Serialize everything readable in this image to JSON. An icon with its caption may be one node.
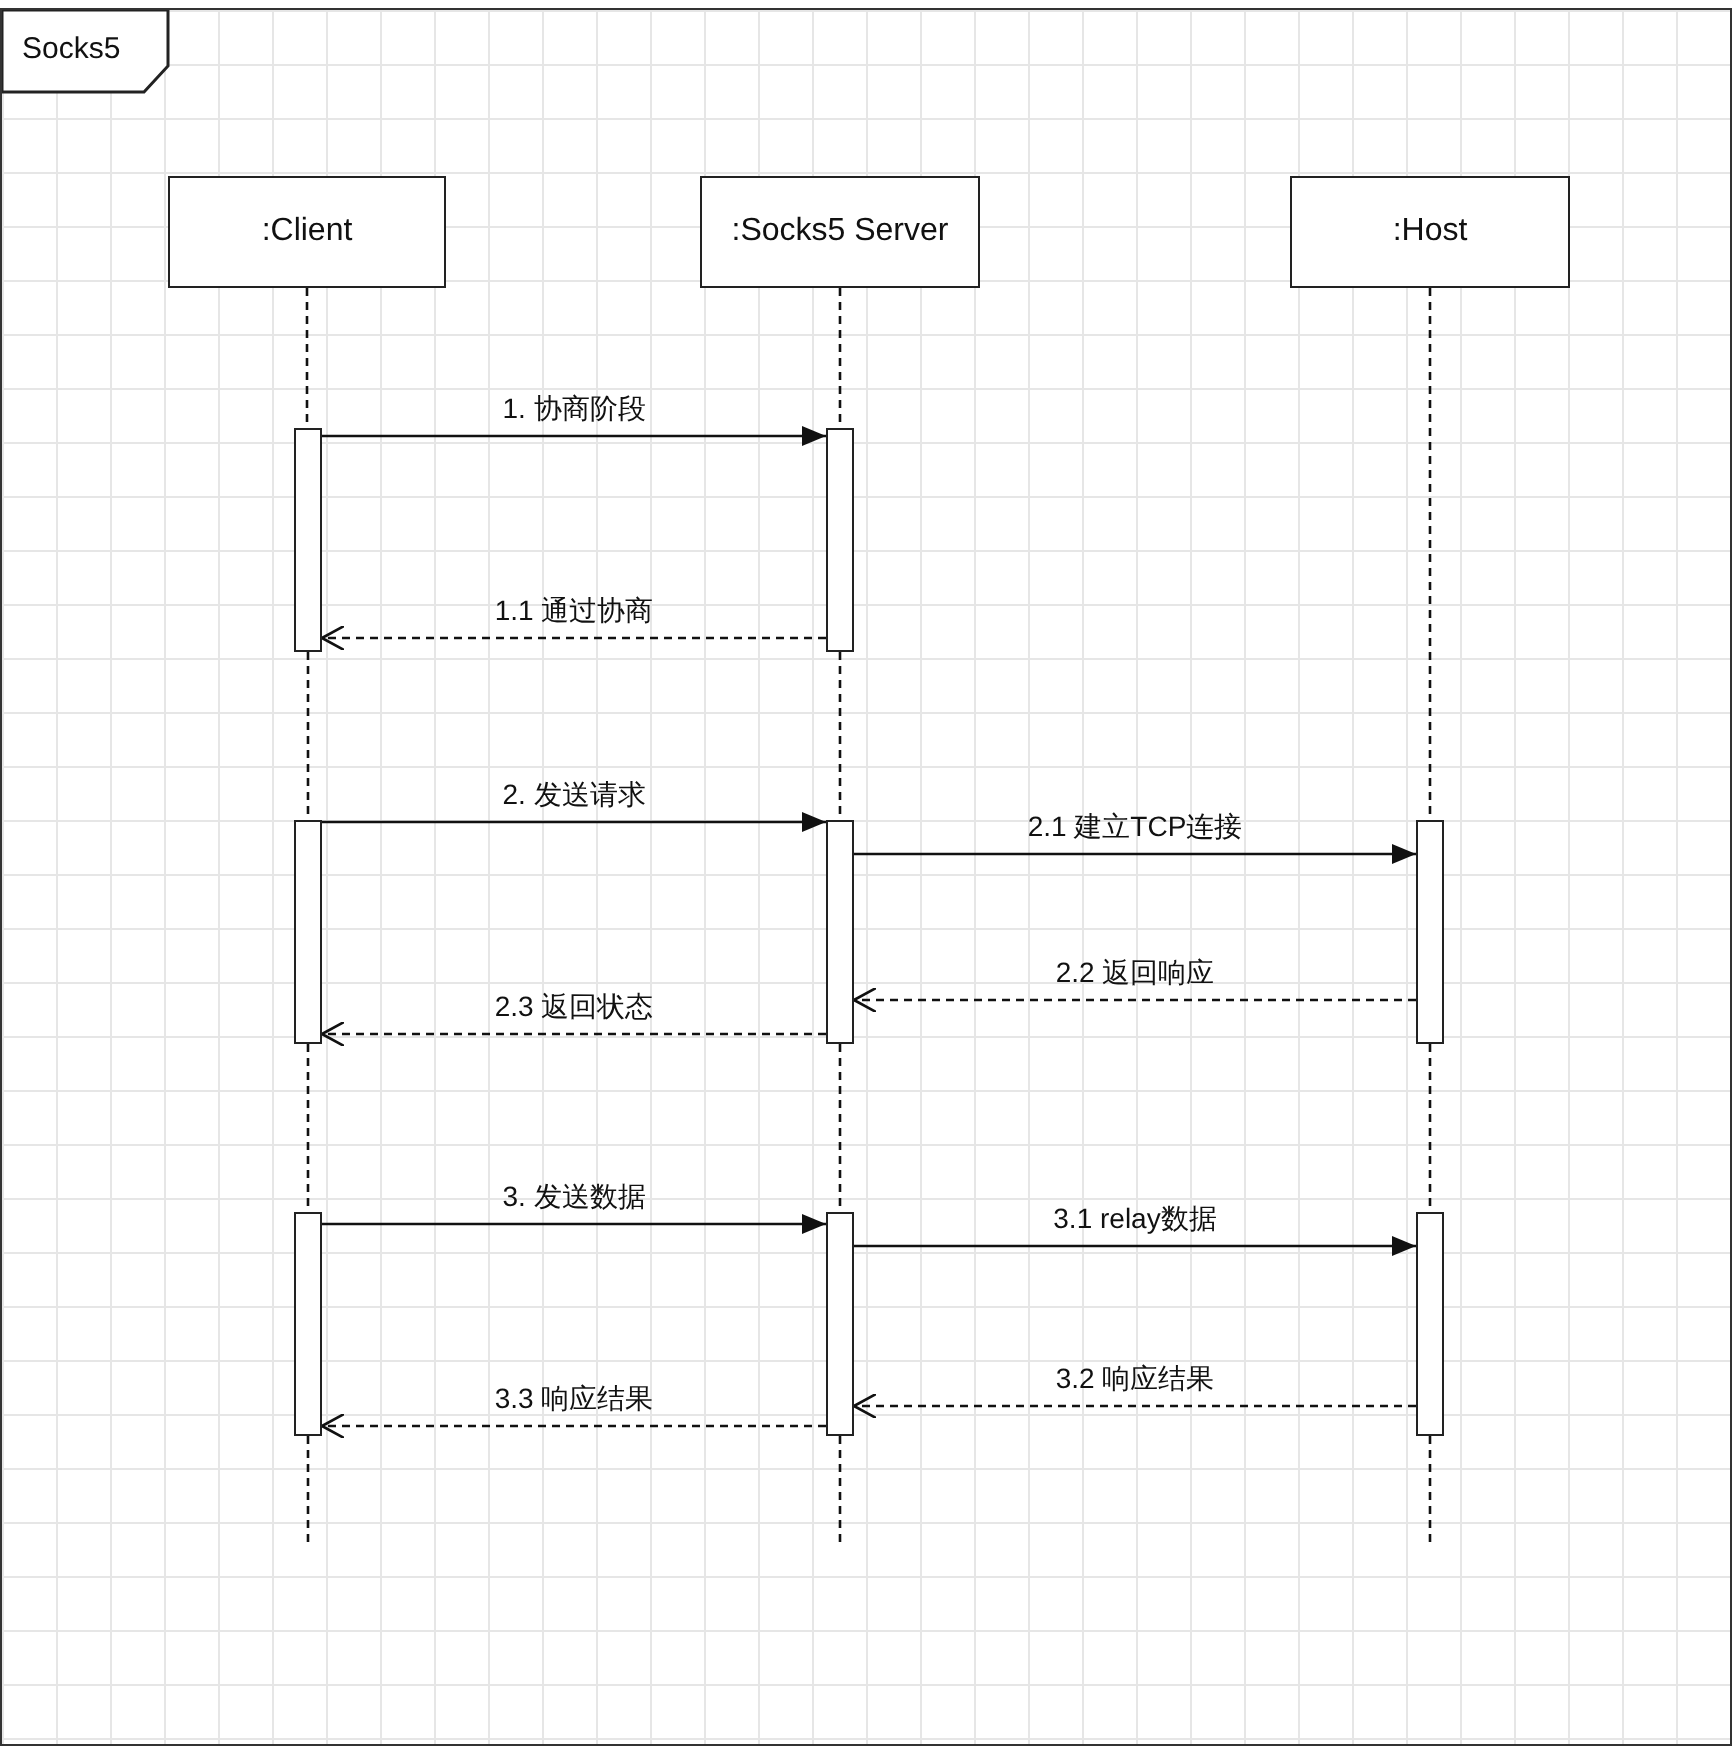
{
  "diagram": {
    "nodes": [
      {
        "text": [
          "Socks5"
        ]
      },
      {
        "text": [
          ":Client"
        ],
        "in": 0
      },
      {
        "text": [
          ":Socks5 Server"
        ],
        "in": 0
      },
      {
        "text": [
          ":Host"
        ],
        "in": 0
      },
      {
        "text": [],
        "shape": "bar",
        "in": 0
      },
      {
        "text": [],
        "shape": "bar",
        "in": 0
      },
      {
        "text": [],
        "shape": "bar",
        "in": 0
      },
      {
        "text": [],
        "shape": "bar",
        "in": 0
      },
      {
        "text": [],
        "shape": "bar",
        "in": 0
      },
      {
        "text": [],
        "shape": "bar",
        "in": 0
      },
      {
        "text": [],
        "shape": "bar",
        "in": 0
      },
      {
        "text": [],
        "shape": "bar",
        "in": 0
      }
    ],
    "edges": [
      {
        "from": 4,
        "to": 7,
        "arrow": "to",
        "label": "1. 协商阶段"
      },
      {
        "from": 7,
        "to": 4,
        "arrow": "to",
        "label": "1.1 通过协商",
        "style": "dashed"
      },
      {
        "from": 5,
        "to": 8,
        "arrow": "to",
        "label": "2. 发送请求"
      },
      {
        "from": 8,
        "to": 10,
        "arrow": "to",
        "label": "2.1 建立TCP连接"
      },
      {
        "from": 10,
        "to": 8,
        "arrow": "to",
        "label": "2.2 返回响应",
        "style": "dashed"
      },
      {
        "from": 8,
        "to": 5,
        "arrow": "to",
        "label": "2.3 返回状态",
        "style": "dashed"
      },
      {
        "from": 6,
        "to": 9,
        "arrow": "to",
        "label": "3. 发送数据"
      },
      {
        "from": 9,
        "to": 11,
        "arrow": "to",
        "label": "3.1 relay数据"
      },
      {
        "from": 11,
        "to": 9,
        "arrow": "to",
        "label": "3.2 响应结果",
        "style": "dashed"
      },
      {
        "from": 9,
        "to": 6,
        "arrow": "to",
        "label": "3.3 响应结果",
        "style": "dashed"
      },
      {
        "from": 1,
        "to": 4,
        "arrow": "none",
        "style": "dashed"
      },
      {
        "from": 4,
        "to": 5,
        "arrow": "none",
        "style": "dashed"
      },
      {
        "from": 5,
        "to": 6,
        "arrow": "none",
        "style": "dashed"
      },
      {
        "from": 6,
        "to": null,
        "arrow": "none",
        "style": "dashed"
      },
      {
        "from": 2,
        "to": 7,
        "arrow": "none",
        "style": "dashed"
      },
      {
        "from": 7,
        "to": 8,
        "arrow": "none",
        "style": "dashed"
      },
      {
        "from": 8,
        "to": 9,
        "arrow": "none",
        "style": "dashed"
      },
      {
        "from": 9,
        "to": null,
        "arrow": "none",
        "style": "dashed"
      },
      {
        "from": 3,
        "to": 10,
        "arrow": "none",
        "style": "dashed"
      },
      {
        "from": 10,
        "to": 11,
        "arrow": "none",
        "style": "dashed"
      },
      {
        "from": 11,
        "to": null,
        "arrow": "none",
        "style": "dashed"
      }
    ]
  }
}
